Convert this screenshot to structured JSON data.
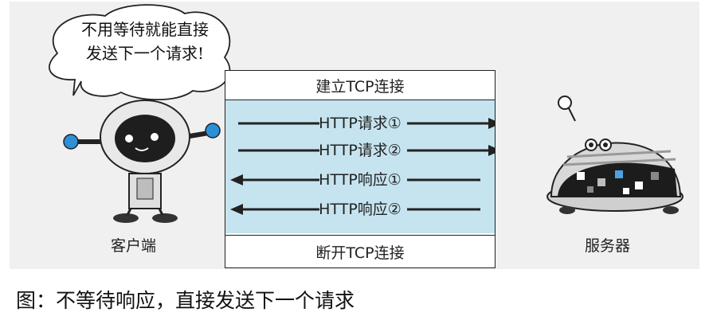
{
  "bubble": {
    "line1": "不用等待就能直接",
    "line2": "发送下一个请求!"
  },
  "connection": {
    "open_label": "建立TCP连接",
    "close_label": "断开TCP连接"
  },
  "messages": [
    {
      "label": "HTTP请求①",
      "direction": "right"
    },
    {
      "label": "HTTP请求②",
      "direction": "right"
    },
    {
      "label": "HTTP响应①",
      "direction": "left"
    },
    {
      "label": "HTTP响应②",
      "direction": "left"
    }
  ],
  "client": {
    "label": "客户端"
  },
  "server": {
    "label": "服务器"
  },
  "caption": "图：不等待响应，直接发送下一个请求"
}
